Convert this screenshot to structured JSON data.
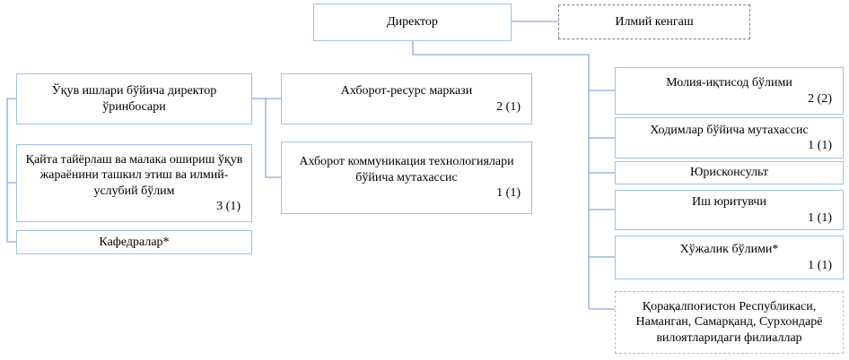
{
  "colors": {
    "box_border": "#9dc3e6",
    "connector": "#8eaadb",
    "dashed_gray_border": "#808080",
    "text": "#000000",
    "background": "#ffffff"
  },
  "nodes": {
    "director": {
      "label": "Директор"
    },
    "scientific_council": {
      "label": "Илмий кенгаш"
    },
    "deputy_director": {
      "label": "Ўқув ишлари бўйича директор ўринбосари"
    },
    "retraining_department": {
      "label": "Қайта тайёрлаш ва малака ошириш ўқув жараёнини ташкил этиш ва илмий-услубий бўлим",
      "count": "3 (1)"
    },
    "chairs": {
      "label": "Кафедралар*"
    },
    "information_resource_center": {
      "label": "Ахборот-ресурс маркази",
      "count": "2 (1)"
    },
    "ict_specialist": {
      "label": "Ахборот коммуникация технологиялари бўйича мутахассис",
      "count": "1 (1)"
    },
    "finance_department": {
      "label": "Молия-иқтисод бўлими",
      "count": "2 (2)"
    },
    "hr_specialist": {
      "label": "Ходимлар бўйича мутахассис",
      "count": "1 (1)"
    },
    "legal_counsel": {
      "label": "Юрисконсульт"
    },
    "clerk": {
      "label": "Иш юритувчи",
      "count": "1 (1)"
    },
    "household_department": {
      "label": "Хўжалик бўлими*",
      "count": "1 (1)"
    },
    "regional_branches": {
      "label": "Қорақалпоғистон Республикаси, Наманган, Самарқанд, Сурхондарё вилоятларидаги филиаллар"
    }
  }
}
